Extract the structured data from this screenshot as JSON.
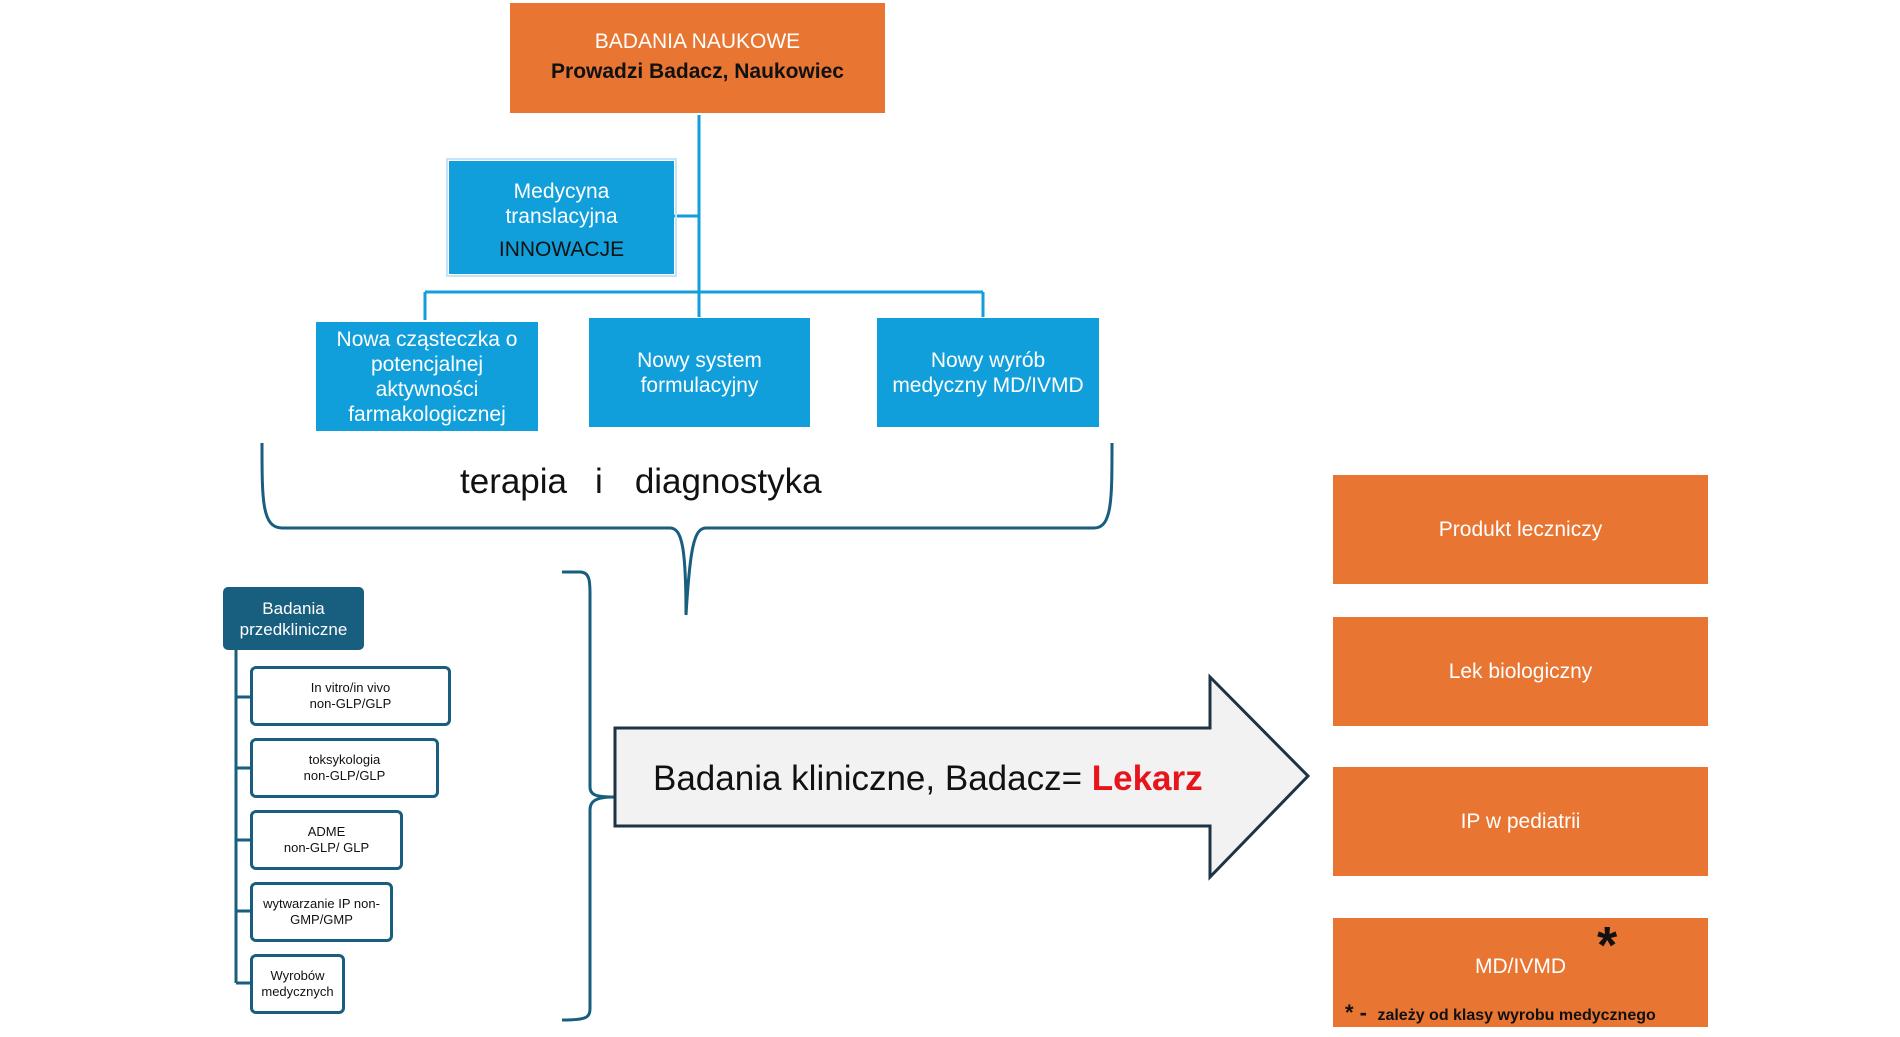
{
  "top_box": {
    "line1": "BADANIA NAUKOWE",
    "line2": "Prowadzi Badacz, Naukowiec"
  },
  "translational_box": {
    "line1": "Medycyna",
    "line2": "translacyjna",
    "line3": "INNOWACJE"
  },
  "innovation_boxes": [
    {
      "label": "Nowa cząsteczka o potencjalnej aktywności farmakologicznej"
    },
    {
      "label": "Nowy system formulacyjny"
    },
    {
      "label": "Nowy wyrób medyczny MD/IVMD"
    }
  ],
  "brace_label": {
    "word1": "terapia",
    "word2": "i",
    "word3": "diagnostyka"
  },
  "preclinical": {
    "title": "Badania przedkliniczne",
    "items": [
      {
        "line1": "In vitro/in vivo",
        "line2": "non-GLP/GLP"
      },
      {
        "line1": "toksykologia",
        "line2": "non-GLP/GLP"
      },
      {
        "line1": "ADME",
        "line2": "non-GLP/ GLP"
      },
      {
        "line1": "wytwarzanie IP non-",
        "line2": "GMP/GMP"
      },
      {
        "line1": "Wyrobów",
        "line2": "medycznych"
      }
    ]
  },
  "arrow": {
    "text_prefix": "Badania kliniczne, Badacz= ",
    "text_highlight": "Lekarz"
  },
  "product_boxes": [
    {
      "label": "Produkt leczniczy"
    },
    {
      "label": "Lek biologiczny"
    },
    {
      "label": "IP w pediatrii"
    },
    {
      "label": "MD/IVMD",
      "asterisk": "*"
    }
  ],
  "footnote": {
    "mark": "* -",
    "text": "zależy od klasy wyrobu medycznego"
  },
  "colors": {
    "orange": "#E87532",
    "blue": "#109FDB",
    "dark_teal": "#175E7F",
    "red": "#E8141B"
  }
}
